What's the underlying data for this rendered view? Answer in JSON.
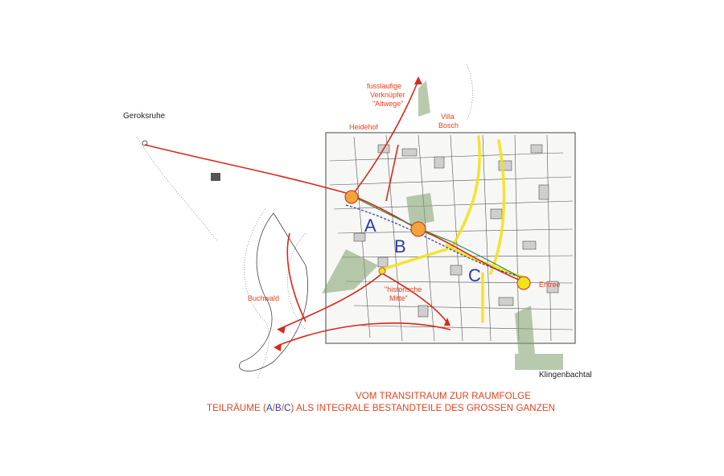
{
  "labels": {
    "geroksruhe": "Geroksruhe",
    "fusslaeufige": "fusslaufige",
    "verknuepfer": "Verknüpfer",
    "altwege": "\"Altwege\"",
    "villa": "Villa",
    "bosch": "Bosch",
    "heidehof": "Heidehof",
    "buchwald": "Buchwald",
    "historische": "\"historische",
    "mitte": "Mitte\"",
    "eintree": "Entree",
    "klingenbachtal": "Klingenbachtal"
  },
  "zones": {
    "a": "A",
    "b": "B",
    "c": "C"
  },
  "caption": {
    "line1": "VOM TRANSITRAUM ZUR RAUMFOLGE",
    "line2_prefix": "TEILRÄUME (",
    "line2_a": "A",
    "line2_sep1": "/",
    "line2_b": "B",
    "line2_sep2": "/",
    "line2_c": "C",
    "line2_suffix": ") ALS INTEGRALE BESTANDTEILE DES GROSSEN GANZEN"
  },
  "colors": {
    "route_red": "#d8281c",
    "path_yellow": "#f2e21a",
    "green_space": "#7fa06b",
    "zone_blue": "#2a3aa8",
    "label_orange": "#e8401c"
  }
}
